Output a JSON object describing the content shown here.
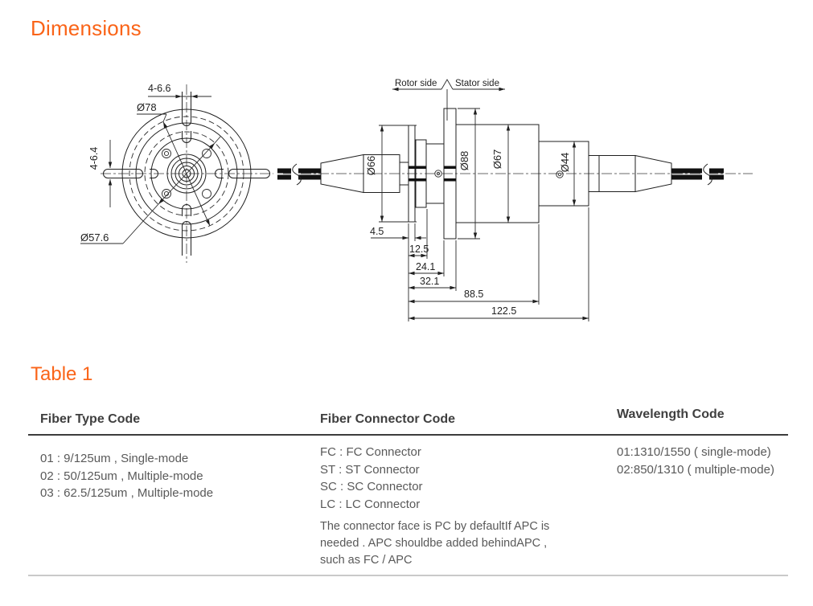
{
  "titles": {
    "main": "Dimensions",
    "table": "Table 1"
  },
  "front_view": {
    "slot_dim": "4-6.6",
    "hole_dim": "4-6.4",
    "outer_dia": "Ø78",
    "inner_dia": "Ø57.6"
  },
  "side_view": {
    "rotor": "Rotor side",
    "stator": "Stator side",
    "d66": "Ø66",
    "d88": "Ø88",
    "d67": "Ø67",
    "d44": "Ø44",
    "len_4_5": "4.5",
    "len_12_5": "12.5",
    "len_24_1": "24.1",
    "len_32_1": "32.1",
    "len_88_5": "88.5",
    "len_122_5": "122.5"
  },
  "table": {
    "col1": {
      "header": "Fiber Type Code",
      "rows": [
        "01 : 9/125um , Single-mode",
        "02 : 50/125um , Multiple-mode",
        "03 : 62.5/125um , Multiple-mode"
      ]
    },
    "col2": {
      "header": "Fiber Connector Code",
      "rows": [
        "FC : FC Connector",
        "ST : ST Connector",
        "SC : SC Connector",
        "LC : LC Connector"
      ],
      "note": [
        "The connector face is PC by defaultIf APC is",
        "needed . APC shouldbe added behindAPC ,",
        "such as FC / APC"
      ]
    },
    "col3": {
      "header": "Wavelength Code",
      "rows": [
        "01:1310/1550 ( single-mode)",
        "02:850/1310 ( multiple-mode)"
      ]
    }
  },
  "colors": {
    "accent": "#FA6418",
    "line": "#1F1F1F",
    "header_text": "#3F3F3F",
    "body_text": "#595959"
  }
}
